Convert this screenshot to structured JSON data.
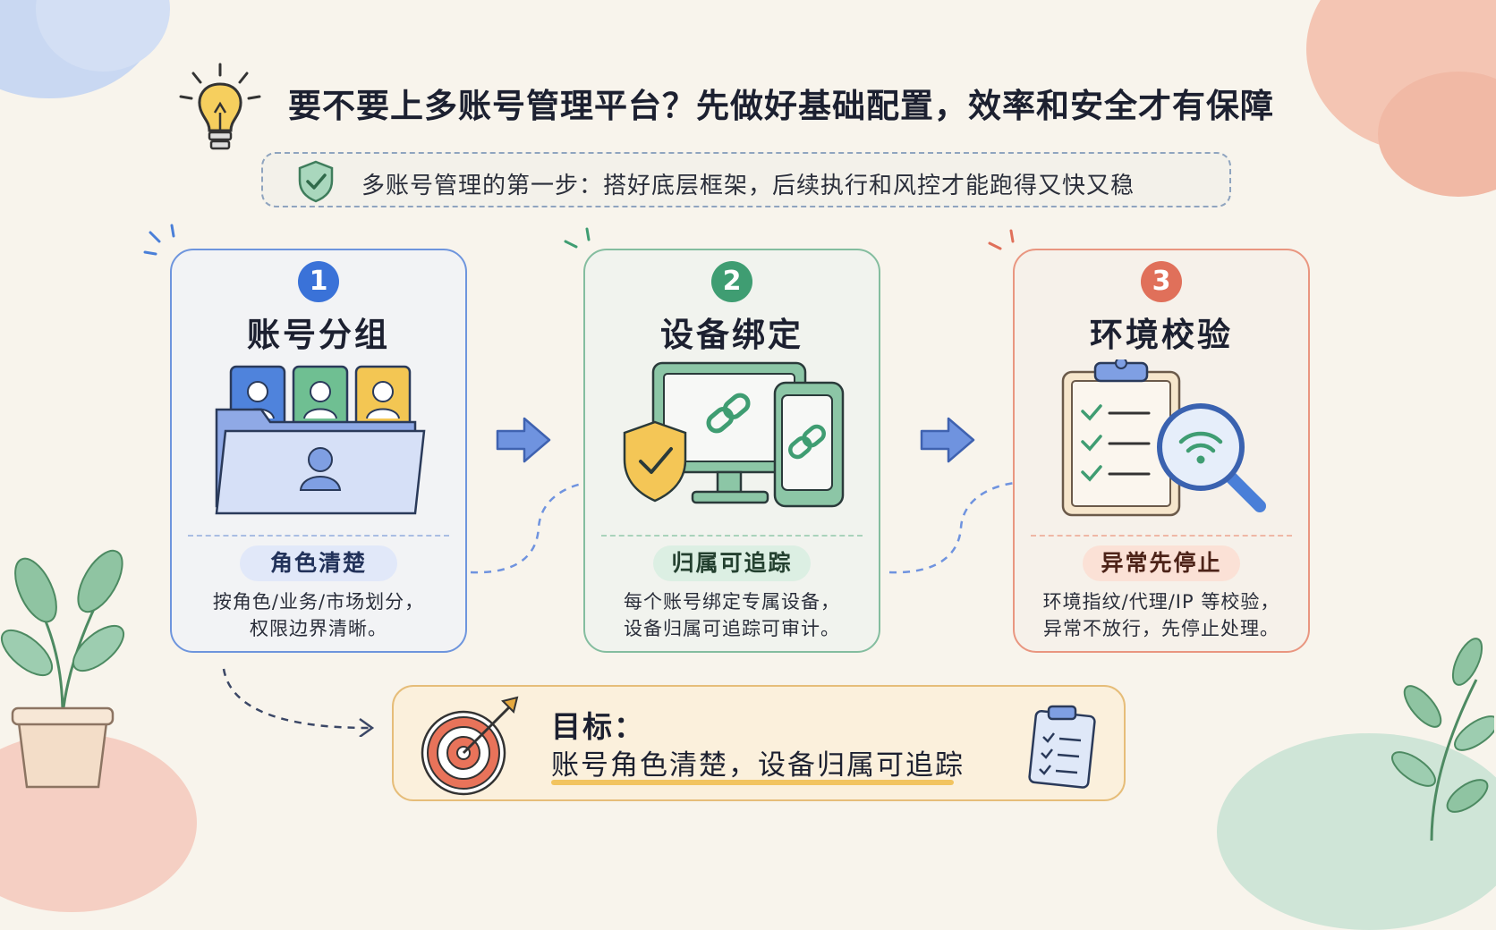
{
  "header": {
    "title": "要不要上多账号管理平台？先做好基础配置，效率和安全才有保障",
    "subtitle": "多账号管理的第一步：搭好底层框架，后续执行和风控才能跑得又快又稳"
  },
  "steps": [
    {
      "number": "1",
      "title": "账号分组",
      "tag": "角色清楚",
      "desc_line1": "按角色/业务/市场划分，",
      "desc_line2": "权限边界清晰。",
      "accent": "#3a72d8"
    },
    {
      "number": "2",
      "title": "设备绑定",
      "tag": "归属可追踪",
      "desc_line1": "每个账号绑定专属设备，",
      "desc_line2": "设备归属可追踪可审计。",
      "accent": "#3f9d72"
    },
    {
      "number": "3",
      "title": "环境校验",
      "tag": "异常先停止",
      "desc_line1": "环境指纹/代理/IP 等校验，",
      "desc_line2": "异常不放行，先停止处理。",
      "accent": "#e0705a"
    }
  ],
  "goal": {
    "label": "目标：",
    "text": "账号角色清楚，设备归属可追踪"
  },
  "colors": {
    "background": "#f8f4ec",
    "blue": "#3a72d8",
    "green": "#3f9d72",
    "orange": "#e0705a",
    "goal_border": "#e6bd79"
  },
  "icons": [
    "lightbulb-icon",
    "shield-check-icon",
    "folder-users-icon",
    "device-link-icon",
    "clipboard-magnifier-icon",
    "arrow-right-icon",
    "target-icon",
    "checklist-icon",
    "plant-icon"
  ]
}
